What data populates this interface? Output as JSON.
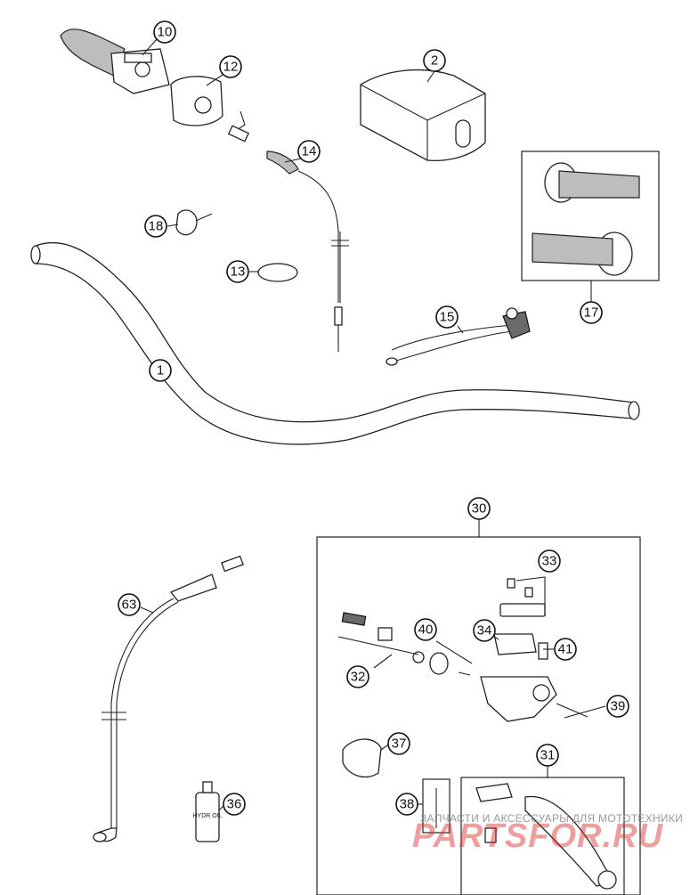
{
  "callouts": {
    "c1": "1",
    "c2": "2",
    "c10": "10",
    "c12": "12",
    "c13": "13",
    "c14": "14",
    "c15": "15",
    "c17": "17",
    "c18": "18",
    "c30": "30",
    "c31": "31",
    "c32": "32",
    "c33": "33",
    "c34": "34",
    "c36": "36",
    "c37": "37",
    "c38": "38",
    "c39": "39",
    "c40": "40",
    "c41": "41",
    "c63": "63"
  },
  "bottle_label": "HYDR OIL",
  "watermark": {
    "subtitle": "ЗАПЧАСТИ И АКСЕССУАРЫ ДЛЯ МОТОТЕХНИКИ",
    "brand": "PARTSFOR.RU"
  },
  "colors": {
    "line": "#222222",
    "watermark_red": "#dc2828",
    "watermark_grey": "#9a9a9a"
  }
}
